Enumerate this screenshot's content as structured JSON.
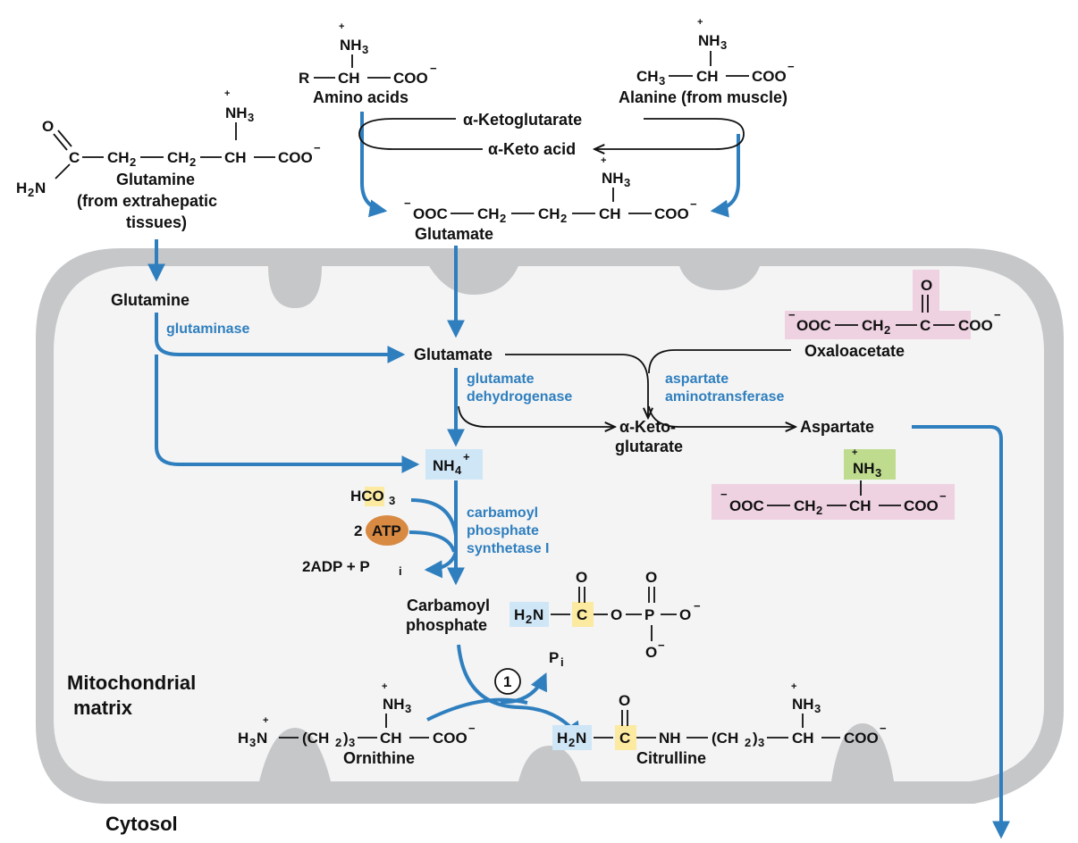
{
  "colors": {
    "arrow_blue": "#2f7fbf",
    "membrane_gray": "#c6c7c9",
    "matrix_fill": "#f4f4f4",
    "highlight_blue": "#cfe6f7",
    "highlight_yellow": "#fbeaa0",
    "highlight_pink": "#efd2e2",
    "highlight_green": "#bfdc8e",
    "atp_orange": "#d88a42"
  },
  "compartments": {
    "matrix": "Mitochondrial matrix",
    "matrix_line1": "Mitochondrial",
    "matrix_line2": "matrix",
    "cytosol": "Cytosol"
  },
  "molecules": {
    "amino_acids": "Amino acids",
    "alanine": "Alanine (from muscle)",
    "alpha_ketoglutarate_top": "α-Ketoglutarate",
    "alpha_keto_acid": "α-Keto acid",
    "glutamate_cytosol": "Glutamate",
    "glutamine_ext_name": "Glutamine",
    "glutamine_ext_line2": "(from extrahepatic",
    "glutamine_ext_line3": "tissues)",
    "glutamine_matrix": "Glutamine",
    "glutamate_matrix": "Glutamate",
    "oxaloacetate": "Oxaloacetate",
    "aspartate": "Aspartate",
    "alpha_keto_glutarate_line1": "α-Keto-",
    "alpha_keto_glutarate_line2": "glutarate",
    "ammonium": "NH",
    "bicarbonate": "HCO",
    "atp_prefix": "2",
    "atp": "ATP",
    "adp_pi": "2ADP + P",
    "carbamoyl_line1": "Carbamoyl",
    "carbamoyl_line2": "phosphate",
    "pi": "P",
    "ornithine": "Ornithine",
    "citrulline": "Citrulline",
    "step_number": "1"
  },
  "enzymes": {
    "glutaminase": "glutaminase",
    "gdh_line1": "glutamate",
    "gdh_line2": "dehydrogenase",
    "ast_line1": "aspartate",
    "ast_line2": "aminotransferase",
    "cps_line1": "carbamoyl",
    "cps_line2": "phosphate",
    "cps_line3": "synthetase I"
  },
  "structures": {
    "nh3": "NH",
    "r_group": "R",
    "ch": "CH",
    "coo": "COO",
    "ch3": "CH",
    "ch2": "CH",
    "ooc": "OOC",
    "c": "C",
    "o": "O",
    "h2n": "H",
    "nh": "NH",
    "p": "P",
    "h3n": "H",
    "ch2_3": "(CH",
    "sub_2": "2",
    "sub_3": "3",
    "sub_4": "4",
    "sub_i": "i",
    "sup_plus": "+",
    "sup_minus": "−",
    "n_letter": "N"
  }
}
